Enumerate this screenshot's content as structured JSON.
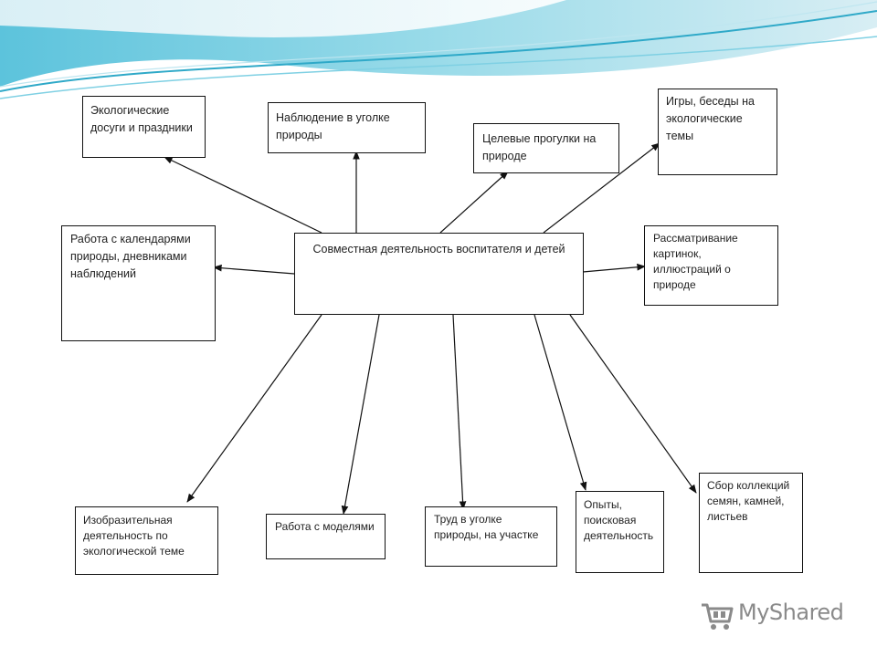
{
  "diagram": {
    "center": "Совместная деятельность воспитателя и детей",
    "nodes": {
      "eco_leisure": "Экологические досуги и праздники",
      "observation": "Наблюдение в уголке природы",
      "walks": "Целевые прогулки на природе",
      "games": "Игры, беседы на экологические темы",
      "calendars": "Работа с календарями природы, дневниками наблюдений",
      "pictures": "Рассматривание картинок, иллюстраций о природе",
      "art": "Изобразительная деятельность по экологической теме",
      "models": "Работа с моделями",
      "labor": "Труд в уголке природы, на участке",
      "experiments": "Опыты, поисковая деятельность",
      "collections": "Сбор коллекций семян, камней, листьев"
    }
  },
  "watermark": {
    "text": "MyShared",
    "icon": "cart-icon"
  },
  "colors": {
    "wave_light": "#cfeaf2",
    "wave_mid": "#7fd0e3",
    "wave_dark": "#2fa9c8",
    "line": "#111111"
  }
}
